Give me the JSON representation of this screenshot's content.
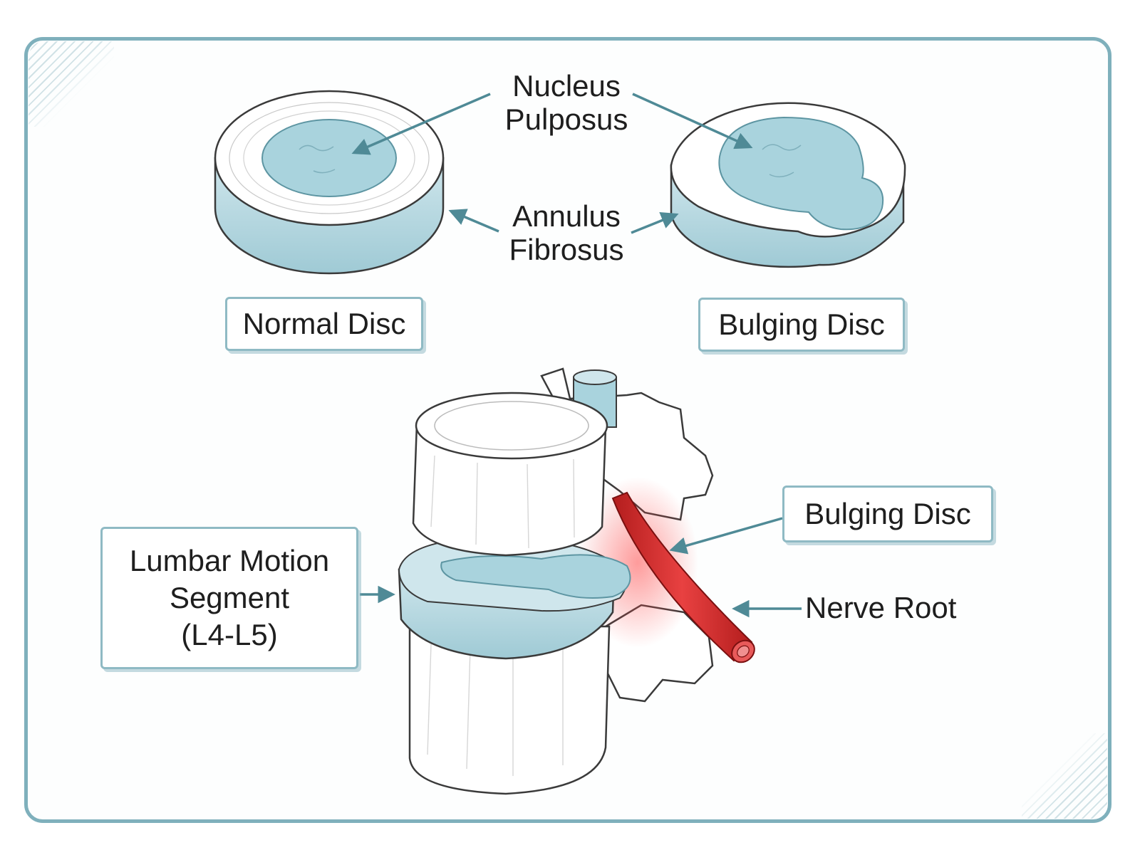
{
  "labels": {
    "nucleus_pulposus_line1": "Nucleus",
    "nucleus_pulposus_line2": "Pulposus",
    "annulus_fibrosus_line1": "Annulus",
    "annulus_fibrosus_line2": "Fibrosus",
    "normal_disc": "Normal Disc",
    "bulging_disc_top": "Bulging Disc",
    "bulging_disc_segment": "Bulging Disc",
    "nerve_root": "Nerve Root",
    "segment_line1": "Lumbar Motion",
    "segment_line2": "Segment",
    "segment_line3": "(L4-L5)"
  },
  "colors": {
    "frame": "#7fb0bc",
    "disc_blue": "#a9d3dd",
    "arrow": "#4f8a96",
    "nerve_red": "#d62b2b",
    "bone": "#ffffff",
    "outline": "#3a3a3a"
  }
}
